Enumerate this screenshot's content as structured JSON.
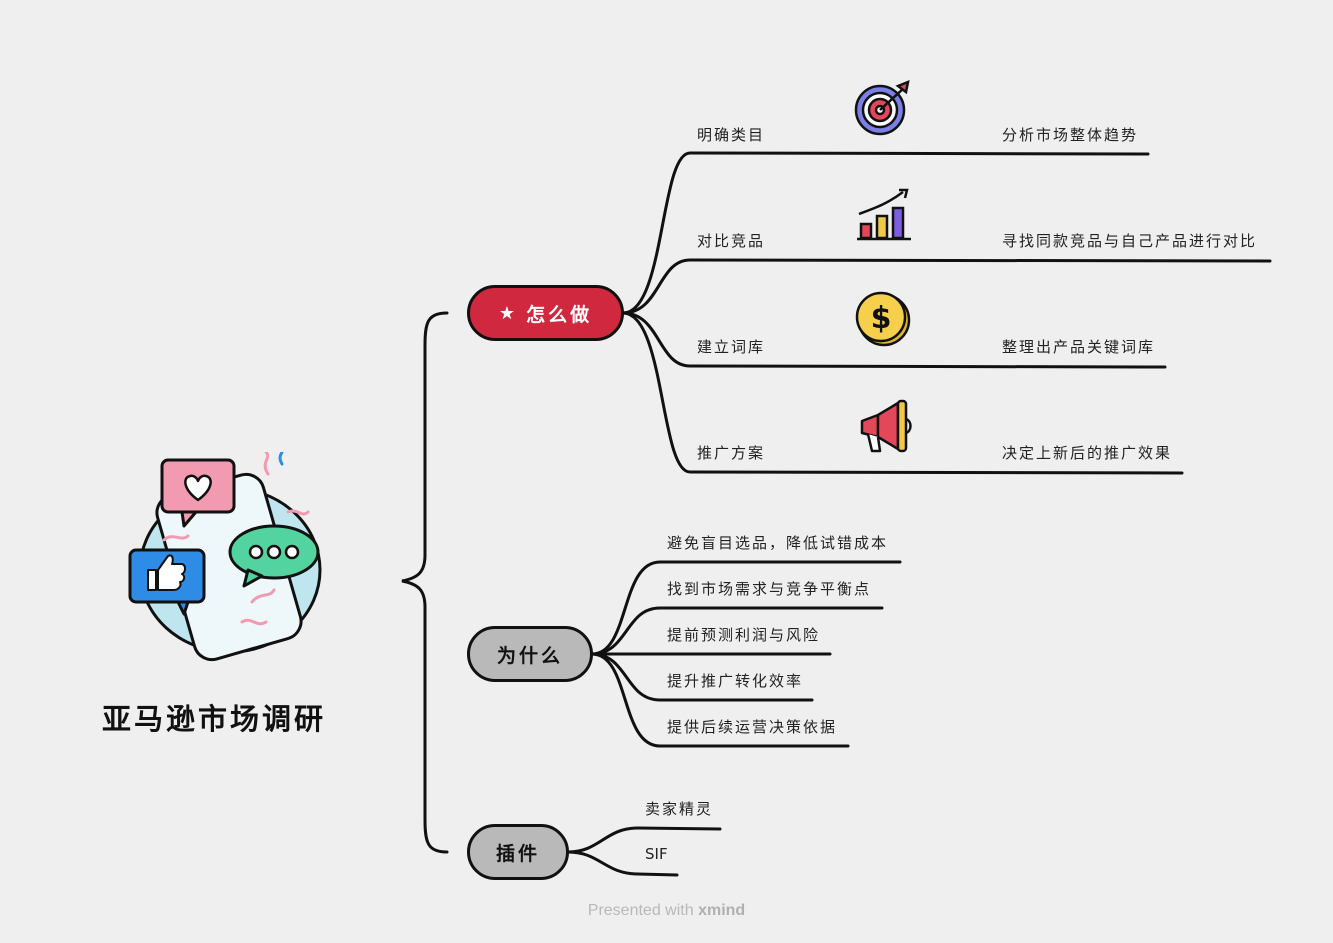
{
  "central": {
    "title": "亚马逊市场调研"
  },
  "branches": {
    "how": {
      "label": "怎么做",
      "items": [
        {
          "label": "明确类目",
          "detail": "分析市场整体趋势",
          "icon": "target-icon"
        },
        {
          "label": "对比竞品",
          "detail": "寻找同款竞品与自己产品进行对比",
          "icon": "bar-chart-icon"
        },
        {
          "label": "建立词库",
          "detail": "整理出产品关键词库",
          "icon": "dollar-coin-icon"
        },
        {
          "label": "推广方案",
          "detail": "决定上新后的推广效果",
          "icon": "megaphone-icon"
        }
      ]
    },
    "why": {
      "label": "为什么",
      "items": [
        {
          "label": "避免盲目选品，降低试错成本"
        },
        {
          "label": "找到市场需求与竞争平衡点"
        },
        {
          "label": "提前预测利润与风险"
        },
        {
          "label": "提升推广转化效率"
        },
        {
          "label": "提供后续运营决策依据"
        }
      ]
    },
    "plugins": {
      "label": "插件",
      "items": [
        {
          "label": "卖家精灵"
        },
        {
          "label": "SIF"
        }
      ]
    }
  },
  "footer": {
    "prefix": "Presented with",
    "brand": "xmind"
  },
  "colors": {
    "accent_red": "#d0293f",
    "node_gray": "#b9b9b9",
    "background": "#efefef"
  }
}
